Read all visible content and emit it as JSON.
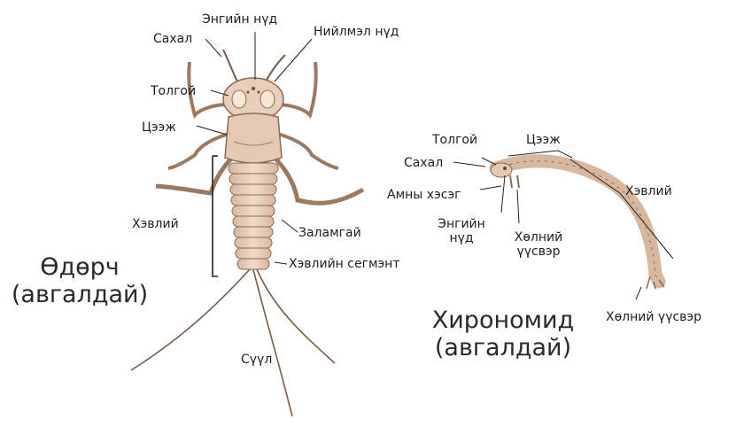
{
  "mayfly": {
    "title_line1": "Өдөрч",
    "title_line2": "(авгалдай)",
    "labels": {
      "antenna": "Сахал",
      "simple_eye": "Энгийн нүд",
      "compound_eye": "Нийлмэл нүд",
      "head": "Толгой",
      "thorax": "Цээж",
      "abdomen": "Хэвлий",
      "gills": "Заламгай",
      "abdomen_segment": "Хэвлийн сегмэнт",
      "tail": "Сүүл"
    }
  },
  "chironomid": {
    "title_line1": "Хирономид",
    "title_line2": "(авгалдай)",
    "labels": {
      "head": "Толгой",
      "thorax": "Цээж",
      "antenna": "Сахал",
      "mouthparts": "Амны хэсэг",
      "abdomen": "Хэвлий",
      "simple_eye_1": "Энгийн",
      "simple_eye_2": "нүд",
      "front_proleg_1": "Хөлний",
      "front_proleg_2": "үүсвэр",
      "rear_proleg": "Хөлний үүсвэр"
    }
  },
  "colors": {
    "body": "#e7cdb8",
    "outline": "#8a6a55",
    "leader": "#222222"
  }
}
